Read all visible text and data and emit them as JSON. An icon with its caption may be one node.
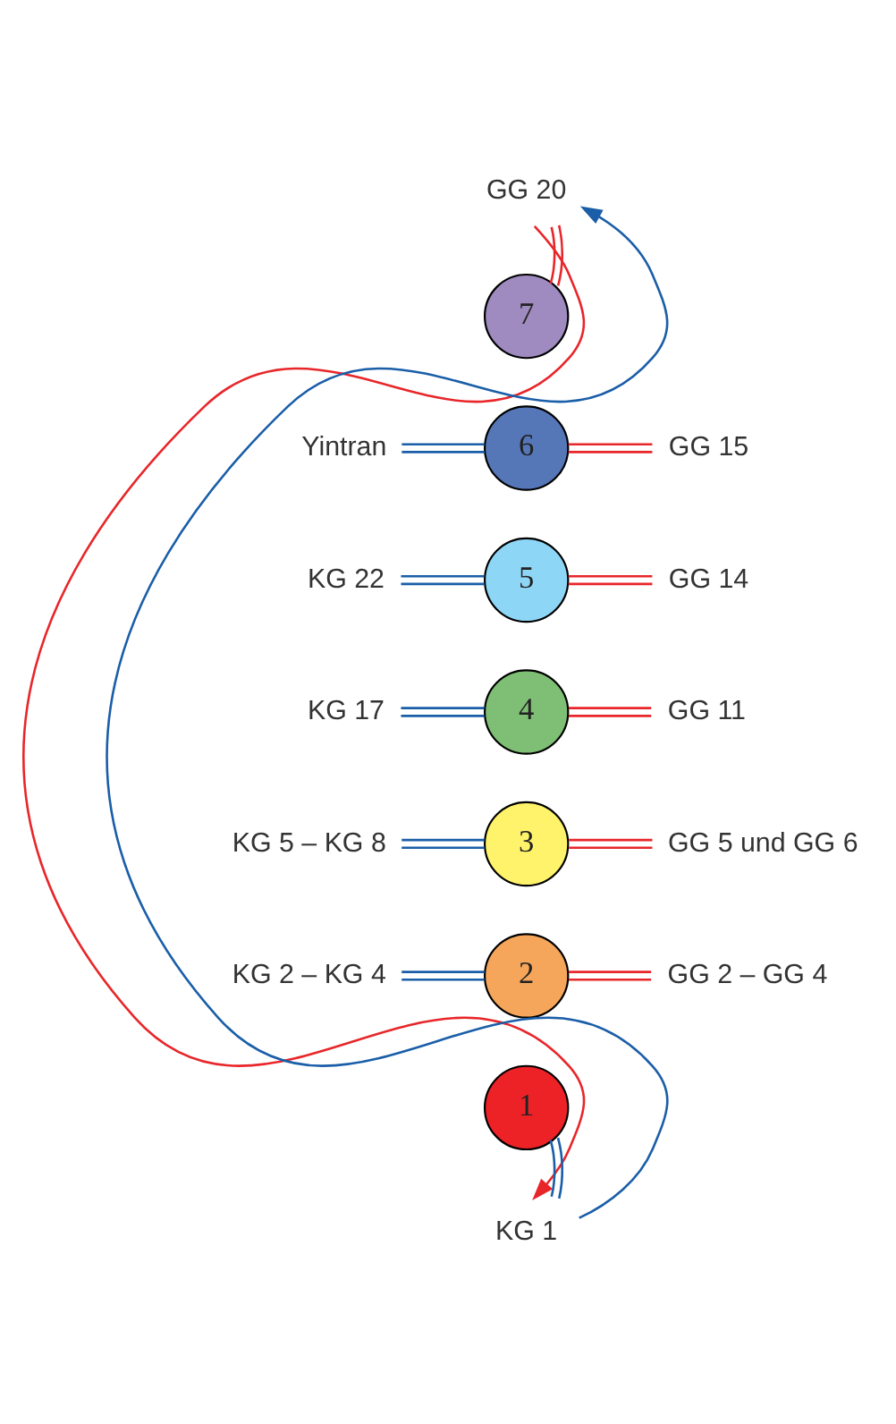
{
  "diagram": {
    "nodes": [
      {
        "text": [
          "GG 20"
        ]
      },
      {
        "text": [
          "7"
        ]
      },
      {
        "text": [
          "Yintran"
        ]
      },
      {
        "text": [
          "6"
        ]
      },
      {
        "text": [
          "GG 15"
        ]
      },
      {
        "text": [
          "KG 22"
        ]
      },
      {
        "text": [
          "5"
        ]
      },
      {
        "text": [
          "GG 14"
        ]
      },
      {
        "text": [
          "KG 17"
        ]
      },
      {
        "text": [
          "4"
        ]
      },
      {
        "text": [
          "GG 11"
        ]
      },
      {
        "text": [
          "KG 5 – KG 8"
        ]
      },
      {
        "text": [
          "3"
        ]
      },
      {
        "text": [
          "GG 5 und GG 6"
        ]
      },
      {
        "text": [
          "KG 2 – KG 4"
        ]
      },
      {
        "text": [
          "2"
        ]
      },
      {
        "text": [
          "GG 2 – GG 4"
        ]
      },
      {
        "text": [
          "1"
        ]
      },
      {
        "text": [
          "KG 1"
        ]
      }
    ],
    "edges": [
      {
        "from": 0,
        "to": 1,
        "arrow": "none",
        "color": "#e8262a"
      },
      {
        "from": 2,
        "to": 3,
        "arrow": "none",
        "color": "#1a5ea8"
      },
      {
        "from": 3,
        "to": 4,
        "arrow": "none",
        "color": "#e8262a"
      },
      {
        "from": 5,
        "to": 6,
        "arrow": "none",
        "color": "#1a5ea8"
      },
      {
        "from": 6,
        "to": 7,
        "arrow": "none",
        "color": "#e8262a"
      },
      {
        "from": 8,
        "to": 9,
        "arrow": "none",
        "color": "#1a5ea8"
      },
      {
        "from": 9,
        "to": 10,
        "arrow": "none",
        "color": "#e8262a"
      },
      {
        "from": 11,
        "to": 12,
        "arrow": "none",
        "color": "#1a5ea8"
      },
      {
        "from": 12,
        "to": 13,
        "arrow": "none",
        "color": "#e8262a"
      },
      {
        "from": 14,
        "to": 15,
        "arrow": "none",
        "color": "#1a5ea8"
      },
      {
        "from": 15,
        "to": 16,
        "arrow": "none",
        "color": "#e8262a"
      },
      {
        "from": 17,
        "to": 18,
        "arrow": "none",
        "color": "#1a5ea8"
      },
      {
        "from": 18,
        "to": 0,
        "arrow": "to",
        "color": "#1a5ea8"
      },
      {
        "from": 0,
        "to": 18,
        "arrow": "to",
        "color": "#e8262a"
      }
    ]
  }
}
